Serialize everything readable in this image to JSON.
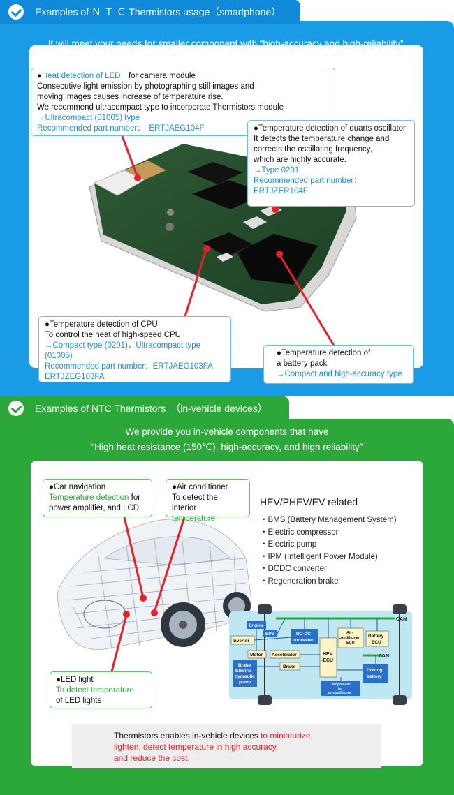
{
  "section1": {
    "tab_title": "Examples of Ｎ Ｔ Ｃ Thermistors usage（smartphone）",
    "lead": "It will meet your needs for smaller component with “high-accuracy and high-reliability”.",
    "led": {
      "heading_bullet": "●",
      "heading_highlight": "Heat detection of LED",
      "heading_rest": "　for camera module",
      "line1": "Consecutive light emission by photographing still images and",
      "line2": "moving images causes increase of temperature rise.",
      "line3": "We recommend ultracompact type to incorporate Thermistors module",
      "type": "→Ultracompact (01005) type",
      "part": " Recommended part number：　ERTJAEG104F"
    },
    "quartz": {
      "heading": "●Temperature detection of quarts oscillator",
      "line1": "It detects the temperature change and",
      "line2": "corrects the oscillating frequency,",
      "line3": "which are highly accurate.",
      "type": "→Type 0201",
      "part_label": "Recommended part number：",
      "part": "ERTJZER104F"
    },
    "cpu": {
      "heading": "●Temperature detection of CPU",
      "line1": "To control the heat of high-speed CPU",
      "type": "→Compact type (0201)，Ultracompact type (01005)",
      "part": "Recommended part number：ERTJAEG103FA",
      "part2": "ERTJZEG103FA"
    },
    "battery": {
      "heading": "●Temperature detection of",
      "line1": "a battery pack",
      "type": "→Compact and high-accuracy type"
    }
  },
  "section2": {
    "tab_title": "Examples of NTC Thermistors　（in-vehicle devices）",
    "lead1": "We provide you in-vehicle components that have",
    "lead2": "“High heat resistance (150℃), high-accuracy, and high reliability”",
    "carnav": {
      "heading": "●Car navigation",
      "highlight": "Temperature detection",
      "rest": " for",
      "line2": "power amplifier, and LCD"
    },
    "aircon": {
      "heading": "●Air conditioner",
      "line1": "To detect the interior",
      "highlight": "temperature"
    },
    "led": {
      "heading": "●LED light",
      "highlight": "To detect temperature",
      "line2": "of LED lights"
    },
    "hev_title": "HEV/PHEV/EV related",
    "hev_items": [
      "BMS (Battery Management System)",
      "Electric compressor",
      "Electric pump",
      "IPM (Intelligent Power Module)",
      "DCDC converter",
      "Regeneration brake"
    ],
    "block": {
      "can_top": "CAN",
      "can_mid": "CAN",
      "engine": "Engine",
      "eps": "EPS",
      "inverter": "Inverter",
      "dcdc1": "DC-DC",
      "dcdc2": "converter",
      "aircon1": "Air-",
      "aircon2": "conditioner",
      "aircon3": "ECU",
      "battery_ecu1": "Battery",
      "battery_ecu2": "ECU",
      "motor": "Motor",
      "accelerator": "Accelerator",
      "hev1": "HEV",
      "hev2": "-ECU",
      "brake_ehp1": "Brake",
      "brake_ehp2": "Electric",
      "brake_ehp3": "hydraulic",
      "brake_ehp4": "pump",
      "brake": "Brake",
      "driving1": "Driving",
      "driving2": "battery",
      "comp1": "Compressor",
      "comp2": "for",
      "comp3": "air-conditioner"
    },
    "summary": {
      "part1": "Thermistors enables in-vehicle devices ",
      "hl1": "to miniaturize,",
      "hl2": "lighten, detect temperature in high accuracy,",
      "hl3": "and reduce the cost."
    }
  },
  "colors": {
    "blue_tab": "#0f8ad8",
    "blue_panel": "#1a9be6",
    "green_panel": "#2ca83a",
    "accent_red": "#e8202a",
    "diagram_bg": "#bfe7f2",
    "ecu_box": "#2a6fc8",
    "can_bus": "#2ca83a"
  }
}
